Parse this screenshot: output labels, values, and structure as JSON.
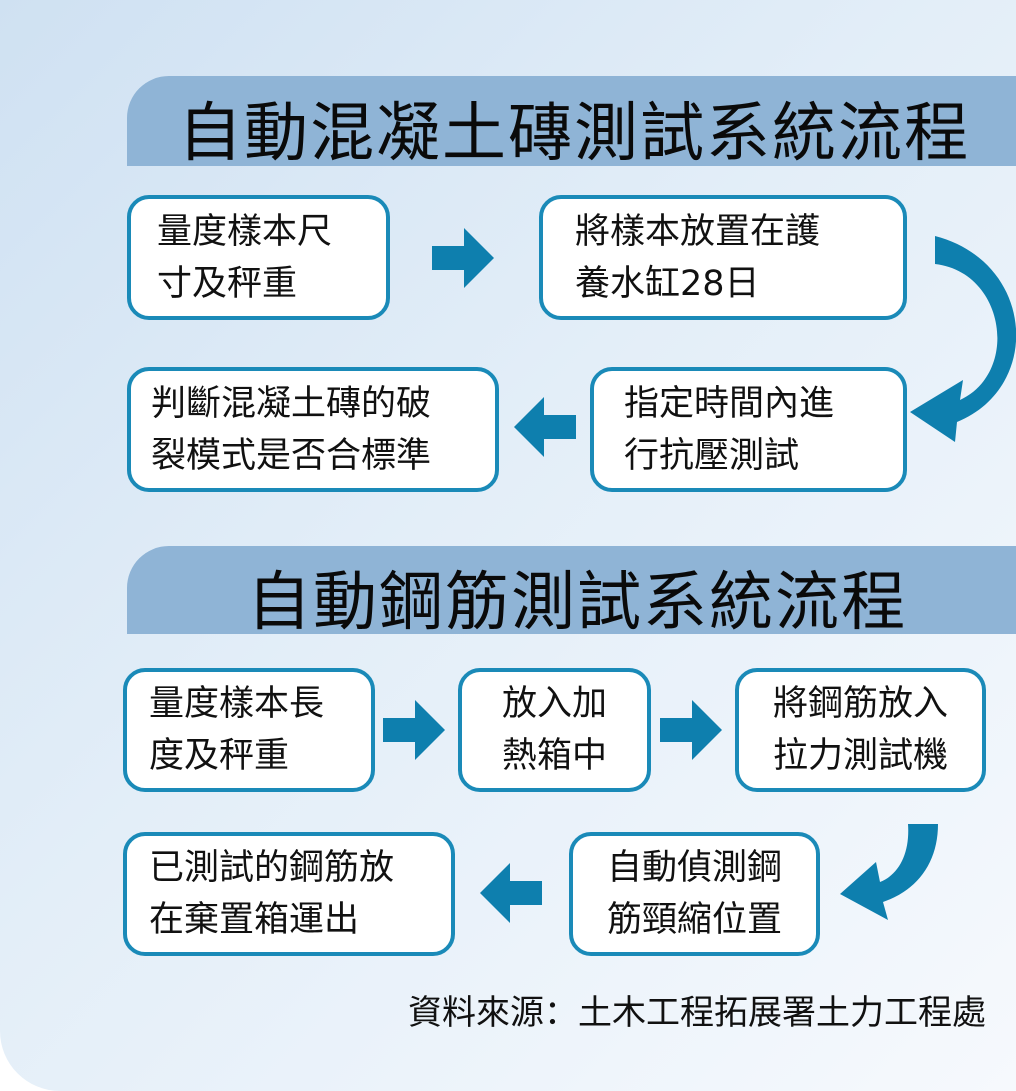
{
  "colors": {
    "panel_background": "#dbe9f6",
    "title_bar": "#8fb4d6",
    "box_border": "#1a8ab8",
    "arrow": "#0e7fae"
  },
  "section1": {
    "title": "自動混凝土磚測試系統流程",
    "steps": [
      {
        "text": "量度樣本尺\n寸及秤重"
      },
      {
        "text": "將樣本放置在護\n養水缸28日"
      },
      {
        "text": "指定時間內進\n行抗壓測試"
      },
      {
        "text": "判斷混凝土磚的破\n裂模式是否合標準"
      }
    ]
  },
  "section2": {
    "title": "自動鋼筋測試系統流程",
    "steps": [
      {
        "text": "量度樣本長\n度及秤重"
      },
      {
        "text": "放入加\n熱箱中"
      },
      {
        "text": "將鋼筋放入\n拉力測試機"
      },
      {
        "text": "自動偵測鋼\n筋頸縮位置"
      },
      {
        "text": "已測試的鋼筋放\n在棄置箱運出"
      }
    ]
  },
  "source": "資料來源：土木工程拓展署土力工程處"
}
